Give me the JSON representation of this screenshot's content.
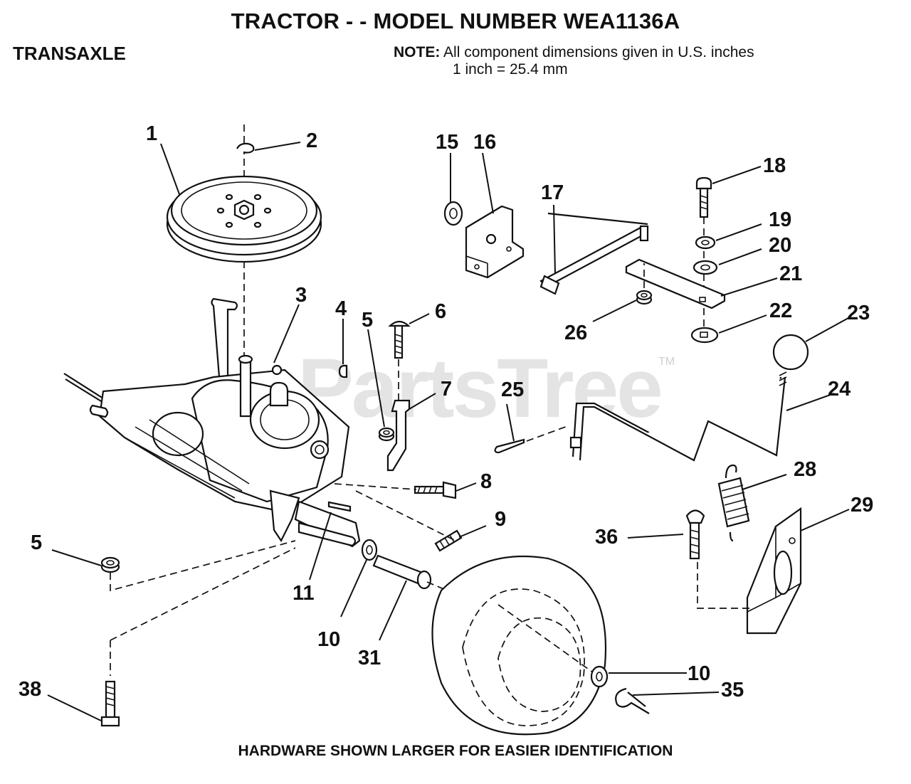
{
  "header": {
    "title": "TRACTOR - - MODEL NUMBER WEA1136A",
    "section": "TRANSAXLE",
    "note_label": "NOTE:",
    "note_line1": "All component dimensions given in U.S. inches",
    "note_line2": "1 inch = 25.4 mm"
  },
  "watermark": {
    "text": "PartsTree",
    "trademark": "TM"
  },
  "callouts": [
    "1",
    "2",
    "3",
    "4",
    "5",
    "6",
    "7",
    "8",
    "9",
    "10",
    "11",
    "15",
    "16",
    "17",
    "18",
    "19",
    "20",
    "21",
    "22",
    "23",
    "24",
    "25",
    "26",
    "28",
    "29",
    "31",
    "35",
    "36",
    "38",
    "5",
    "10"
  ],
  "footer": "HARDWARE SHOWN LARGER FOR EASIER IDENTIFICATION"
}
